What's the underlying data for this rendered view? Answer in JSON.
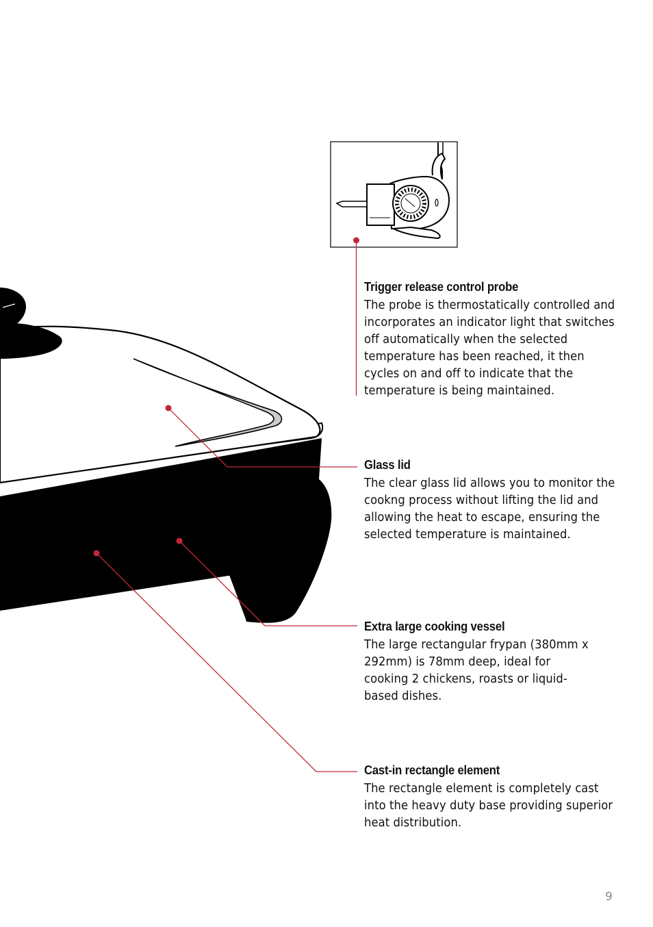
{
  "callouts": [
    {
      "title": "Trigger release control probe",
      "body": "The probe is thermostatically controlled and incorporates an indicator light that switches off automatically when the selected temperature has been reached, it then cycles on and off to indicate that the temperature is being maintained."
    },
    {
      "title": "Glass lid",
      "body": "The clear glass lid allows you to monitor the cookng process without lifting the lid and allowing the heat to escape, ensuring the selected temperature is maintained."
    },
    {
      "title": "Extra large cooking vessel",
      "body": "The large rectangular frypan (380mm x 292mm) is 78mm deep, ideal for cooking 2 chickens, roasts or liquid-based dishes."
    },
    {
      "title": "Cast-in rectangle element",
      "body": "The rectangle element is completely cast into the heavy duty base providing superior heat distribution."
    }
  ],
  "page_number": "9",
  "colors": {
    "leader": "#c0283a",
    "ink": "#000000"
  },
  "icons": [
    "frypan-illustration",
    "probe-inset-illustration"
  ]
}
